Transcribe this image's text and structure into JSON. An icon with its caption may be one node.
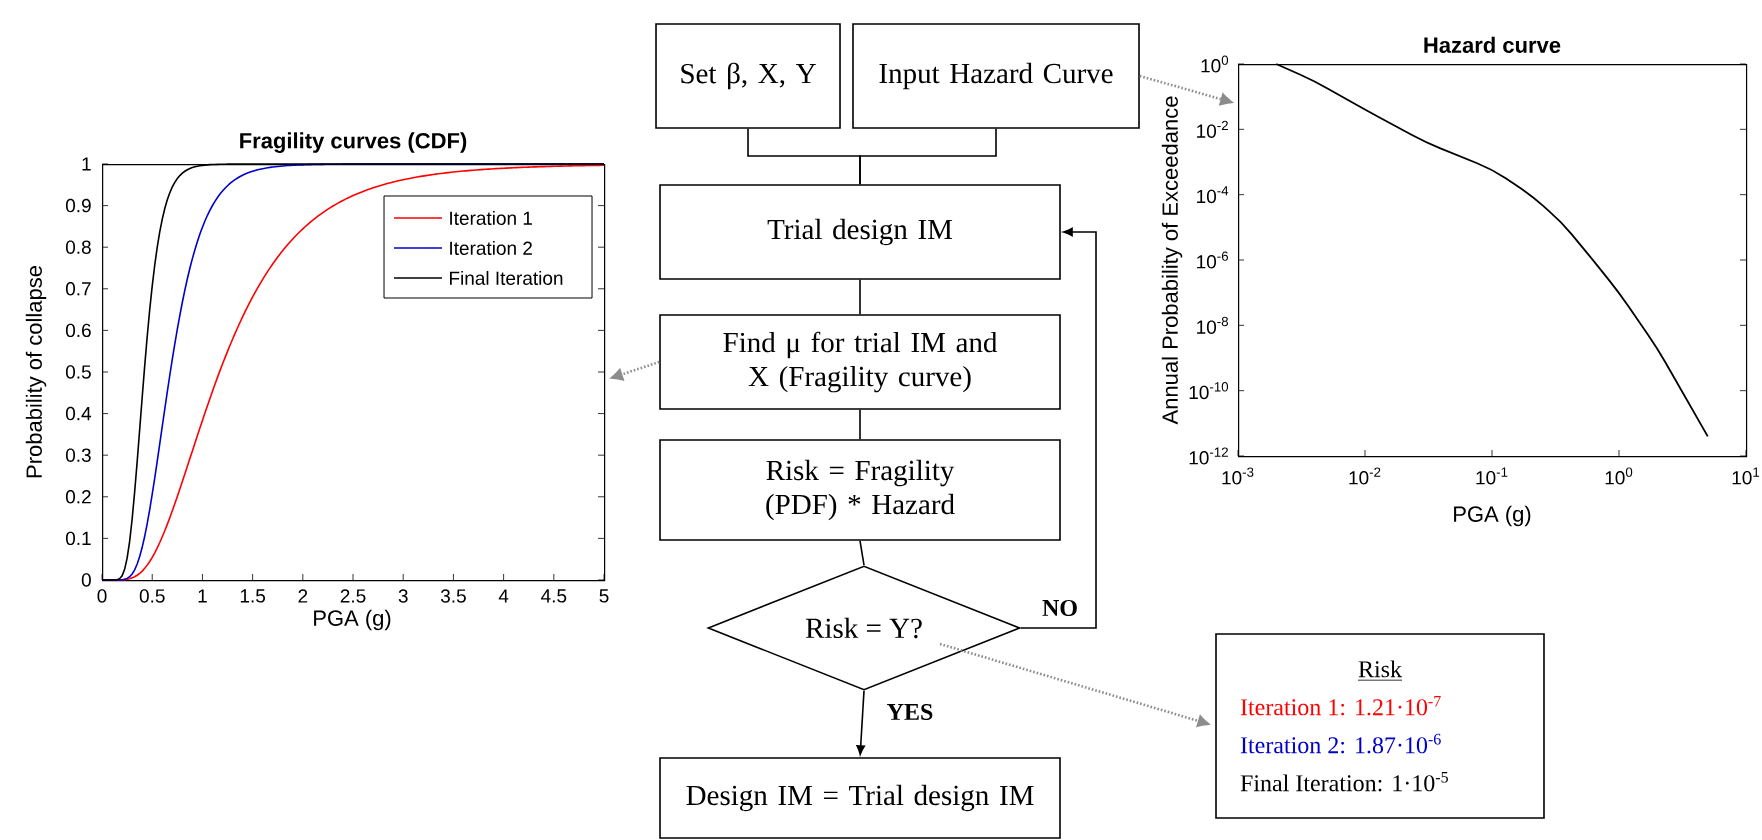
{
  "diagram": {
    "nodes": [
      {
        "text": [
          "Set β, X, Y"
        ]
      },
      {
        "text": [
          "Input Hazard Curve"
        ]
      },
      {
        "text": [
          "Trial design IM"
        ]
      },
      {
        "text": [
          "Find μ for trial IM and X (Fragility curve)"
        ]
      },
      {
        "text": [
          "Risk = Fragility (PDF) * Hazard"
        ]
      },
      {
        "text": [
          "Risk = Y?"
        ]
      },
      {
        "text": [
          "Design IM = Trial design IM"
        ]
      },
      {
        "text": [
          "Fragility curves (CDF)"
        ]
      },
      {
        "text": [
          "Hazard curve"
        ]
      },
      {
        "text": [
          "Risk",
          "Iteration 1: 1.21·10$^{-7}$",
          "Iteration 2: 1.87·10$^{-6}$",
          "Final Iteration: 1·10$^{-5}$"
        ]
      }
    ],
    "edges": [
      {
        "from": 0,
        "to": 2,
        "arrow": "none"
      },
      {
        "from": 1,
        "to": 2,
        "arrow": "none"
      },
      {
        "from": 2,
        "to": 3,
        "arrow": "none"
      },
      {
        "from": 3,
        "to": 4,
        "arrow": "none"
      },
      {
        "from": 4,
        "to": 5,
        "arrow": "none"
      },
      {
        "from": 5,
        "to": 6,
        "arrow": "to",
        "label": "YES"
      },
      {
        "from": 5,
        "to": 2,
        "arrow": "to",
        "label": "NO"
      },
      {
        "from": 1,
        "to": 8,
        "arrow": "to",
        "style": "dashed",
        "color": "#8c8c8c"
      },
      {
        "from": 3,
        "to": 7,
        "arrow": "to",
        "style": "dashed",
        "color": "#8c8c8c"
      },
      {
        "from": 5,
        "to": 9,
        "arrow": "to",
        "style": "dashed",
        "color": "#8c8c8c"
      }
    ],
    "labels": [
      "Probability of collapse",
      "PGA (g)",
      "0",
      "0.1",
      "0.2",
      "0.3",
      "0.4",
      "0.5",
      "0.6",
      "0.7",
      "0.8",
      "0.9",
      "1",
      "0",
      "0.5",
      "1",
      "1.5",
      "2",
      "2.5",
      "3",
      "3.5",
      "4",
      "4.5",
      "5",
      "Annual Probability of Exceedance",
      "PGA (g)",
      "10$^{0}$",
      "10$^{-2}$",
      "10$^{-4}$",
      "10$^{-6}$",
      "10$^{-8}$",
      "10$^{-10}$",
      "10$^{-12}$",
      "10$^{-3}$",
      "10$^{-2}$",
      "10$^{-1}$",
      "10$^{0}$",
      "10$^{1}$"
    ],
    "legend": [
      {
        "text": "Iteration 1"
      },
      {
        "text": "Iteration 2"
      },
      {
        "text": "Final Iteration"
      }
    ]
  }
}
